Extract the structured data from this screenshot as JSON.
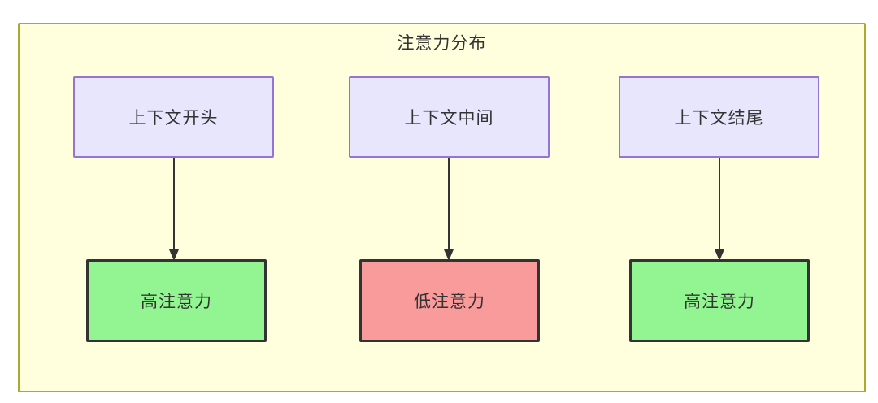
{
  "diagram": {
    "title": "注意力分布",
    "container_fill": "#ffffdd",
    "container_stroke": "#aaaa33",
    "context_nodes": [
      {
        "id": "context-start",
        "label": "上下文开头",
        "fill": "#e8e6fd",
        "stroke": "#9674d4"
      },
      {
        "id": "context-middle",
        "label": "上下文中间",
        "fill": "#e8e6fd",
        "stroke": "#9674d4"
      },
      {
        "id": "context-end",
        "label": "上下文结尾",
        "fill": "#e8e6fd",
        "stroke": "#9674d4"
      }
    ],
    "attention_nodes": [
      {
        "id": "attention-high-start",
        "label": "高注意力",
        "fill": "#93f592",
        "stroke": "#333333",
        "level": "high"
      },
      {
        "id": "attention-low-middle",
        "label": "低注意力",
        "fill": "#f99a9b",
        "stroke": "#333333",
        "level": "low"
      },
      {
        "id": "attention-high-end",
        "label": "高注意力",
        "fill": "#93f592",
        "stroke": "#333333",
        "level": "high"
      }
    ],
    "edges": [
      {
        "from": "context-start",
        "to": "attention-high-start",
        "label": "",
        "stroke": "#333333"
      },
      {
        "from": "context-middle",
        "to": "attention-low-middle",
        "label": "",
        "stroke": "#333333"
      },
      {
        "from": "context-end",
        "to": "attention-high-end",
        "label": "",
        "stroke": "#333333"
      }
    ]
  }
}
